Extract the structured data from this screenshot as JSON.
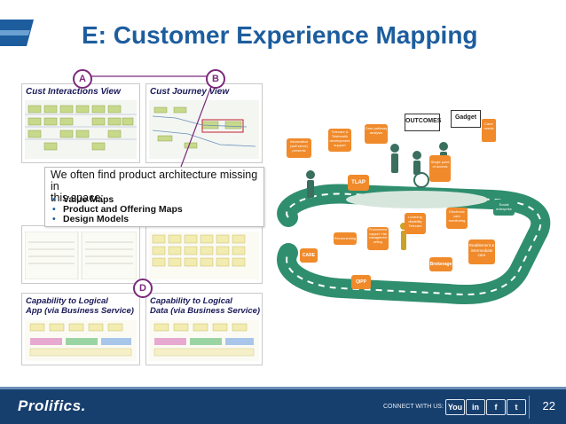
{
  "slide": {
    "title": "E: Customer Experience Mapping",
    "page_number": "22"
  },
  "collage": {
    "markers": [
      "A",
      "B",
      "D"
    ],
    "panels": {
      "cust_interactions": "Cust Interactions View",
      "cust_journey": "Cust Journey View",
      "cap_logical_app_line1": "Capability to Logical",
      "cap_logical_app_line2": "App (via Business Service)",
      "cap_logical_data_line1": "Capability to Logical",
      "cap_logical_data_line2": "Data (via Business Service)"
    },
    "callout": {
      "line1": "We often find product architecture missing in",
      "line2": "this space:",
      "bullets": [
        "Value Maps",
        "Product and Offering Maps",
        "Design Models"
      ]
    }
  },
  "journey": {
    "signs": [
      "Information (self serve) presents",
      "Telecare & Telehealth development support",
      "Care pathway analysis",
      "OUTCOMES",
      "Gadget",
      "Carer needs",
      "TLAP",
      "Single point of access",
      "Social enterprise",
      "CARE",
      "Reconnecting",
      "Procurement support / risk management writing",
      "Learning disability Telecare",
      "Electronic care monitoring",
      "Brokerage",
      "Reablement & intermediate care",
      "QIPP"
    ]
  },
  "footer": {
    "brand": "Prolifics.",
    "connect_label": "CONNECT WITH US:",
    "social": [
      "You",
      "in",
      "f",
      "t"
    ]
  },
  "colors": {
    "title_blue": "#1d5d9e",
    "footer_navy": "#173f6e",
    "track_green": "#2f8e6e",
    "sign_orange": "#f08a2a",
    "marker_purple": "#7b2a7b"
  }
}
